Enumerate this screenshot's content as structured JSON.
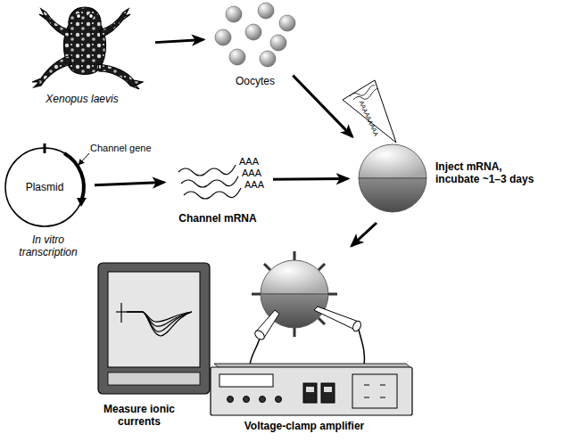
{
  "diagram": {
    "nodes": [
      {
        "text": [
          "Xenopus laevis"
        ]
      },
      {
        "text": [
          "Oocytes"
        ]
      },
      {
        "text": [
          "Plasmid",
          "In vitro transcription"
        ]
      },
      {
        "text": [
          "Channel mRNA"
        ]
      },
      {
        "text": [
          "Inject mRNA, incubate ~1–3 days"
        ]
      },
      {
        "text": [
          "Measure ionic currents"
        ]
      },
      {
        "text": [
          "Voltage-clamp amplifier"
        ]
      }
    ],
    "edges": [
      {
        "from": 0,
        "to": 1,
        "arrow": "to"
      },
      {
        "from": 1,
        "to": 4,
        "arrow": "to"
      },
      {
        "from": 2,
        "to": 3,
        "arrow": "to"
      },
      {
        "from": 3,
        "to": 4,
        "arrow": "to"
      }
    ],
    "labels": [
      "Channel gene",
      "AAA",
      "AAA",
      "AAA",
      "AAA",
      "AAA",
      "AAA"
    ]
  }
}
